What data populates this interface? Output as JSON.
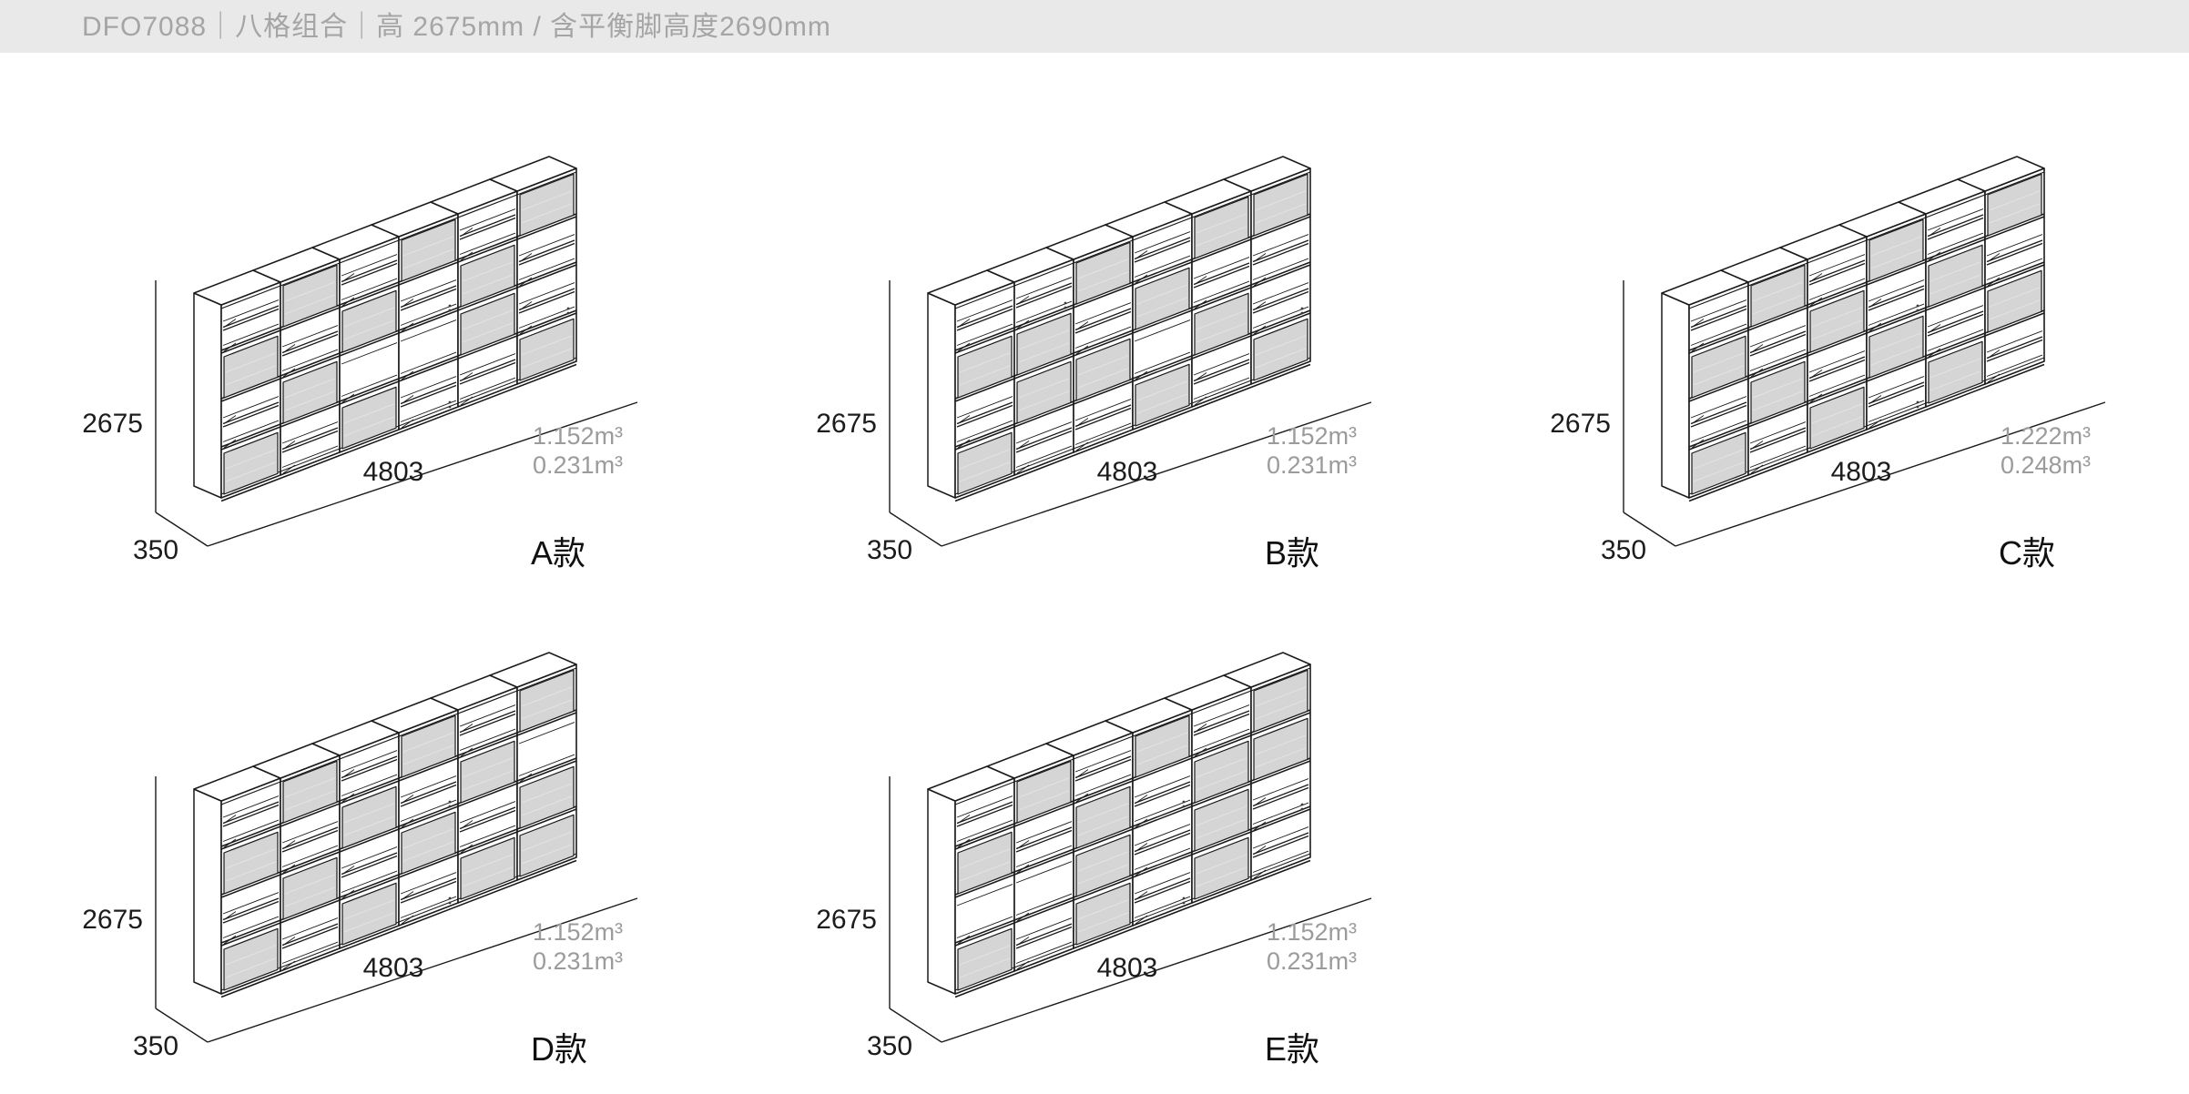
{
  "header": {
    "title": "DFO7088｜八格组合｜高 2675mm / 含平衡脚高度2690mm"
  },
  "dims": {
    "height": "2675",
    "width": "4803",
    "depth": "350"
  },
  "pattern_legend": {
    "G": "gray door panel",
    "O": "open shelf cell with mid shelf",
    "W": "wide open cell with long shelf"
  },
  "units": [
    {
      "label": "A款",
      "volume_primary": "1.152m³",
      "volume_secondary": "0.231m³",
      "pattern": [
        "OGOGOG",
        "GOGOGO",
        "OGWWGO",
        "GOGOOG"
      ]
    },
    {
      "label": "B款",
      "volume_primary": "1.152m³",
      "volume_secondary": "0.231m³",
      "pattern": [
        "OOGOGG",
        "GGOGOO",
        "OGGWGO",
        "GOOGOG"
      ]
    },
    {
      "label": "C款",
      "volume_primary": "1.222m³",
      "volume_secondary": "0.248m³",
      "pattern": [
        "OGOGOG",
        "GOGOGO",
        "OGOGOG",
        "GOGOGO"
      ]
    },
    {
      "label": "D款",
      "volume_primary": "1.152m³",
      "volume_secondary": "0.231m³",
      "pattern": [
        "OGOGOG",
        "GOGOGW",
        "OGOGOG",
        "GOGOGG"
      ]
    },
    {
      "label": "E款",
      "volume_primary": "1.152m³",
      "volume_secondary": "0.231m³",
      "pattern": [
        "OGOGOG",
        "GOGOGG",
        "WWGOGO",
        "GOGOGO"
      ]
    }
  ],
  "colors": {
    "line": "#1a1a1a",
    "door_fill": "#d5d5d5",
    "door_grain": "#e3e3e3",
    "face_fill": "#ffffff",
    "dim_text": "#1c1c1c",
    "volume_text": "#9b9b9b",
    "header_bg": "#e9e9e9",
    "header_text": "#a5a5a5"
  }
}
